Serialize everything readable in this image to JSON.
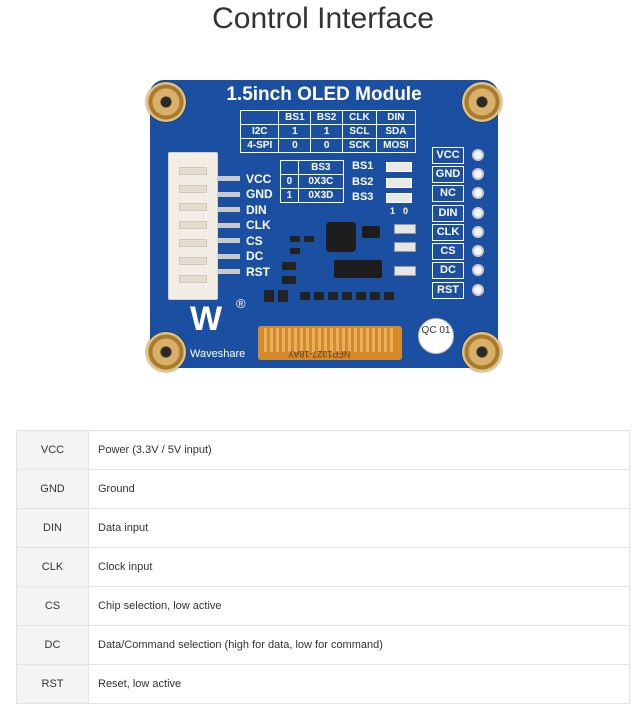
{
  "page_title": "Control Interface",
  "board": {
    "title": "1.5inch OLED Module",
    "mode_table": {
      "header": [
        "",
        "BS1",
        "BS2",
        "CLK",
        "DIN"
      ],
      "rows": [
        [
          "I2C",
          "1",
          "1",
          "SCL",
          "SDA"
        ],
        [
          "4-SPI",
          "0",
          "0",
          "SCK",
          "MOSI"
        ]
      ]
    },
    "bs3_table": {
      "header": [
        "",
        "BS3"
      ],
      "rows": [
        [
          "0",
          "0X3C"
        ],
        [
          "1",
          "0X3D"
        ]
      ]
    },
    "bs_switches": [
      "BS1",
      "BS2",
      "BS3"
    ],
    "switch_marks": [
      "1",
      "0"
    ],
    "left_pins": [
      "VCC",
      "GND",
      "DIN",
      "CLK",
      "CS",
      "DC",
      "RST"
    ],
    "right_pins": [
      "VCC",
      "GND",
      "NC",
      "DIN",
      "CLK",
      "CS",
      "DC",
      "RST"
    ],
    "flex_text": "NFP1327-18AY",
    "qc_label": "QC 01",
    "logo_mark": "W",
    "logo_reg": "®",
    "logo_text": "Waveshare",
    "colors": {
      "pcb": "#1b4fa2",
      "silkscreen": "#ffffff",
      "flex": "#d58a2a",
      "mount_hole": "#d9b067"
    }
  },
  "pin_table": [
    {
      "pin": "VCC",
      "description": "Power (3.3V / 5V input)"
    },
    {
      "pin": "GND",
      "description": "Ground"
    },
    {
      "pin": "DIN",
      "description": "Data input"
    },
    {
      "pin": "CLK",
      "description": "Clock input"
    },
    {
      "pin": "CS",
      "description": "Chip selection, low active"
    },
    {
      "pin": "DC",
      "description": "Data/Command selection (high for data, low for command)"
    },
    {
      "pin": "RST",
      "description": "Reset, low active"
    }
  ]
}
